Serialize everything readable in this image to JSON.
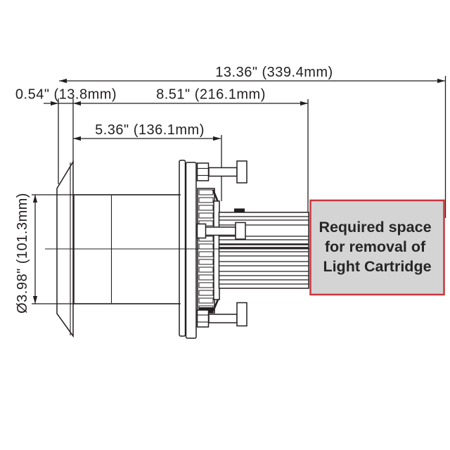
{
  "diagram": {
    "type": "technical-dimension-drawing",
    "dimensions": {
      "overall_length": "13.36\" (339.4mm)",
      "trim_ring_thickness": "0.54\" (13.8mm)",
      "housing_length": "8.51\" (216.1mm)",
      "rear_depth": "5.36\" (136.1mm)",
      "diameter": "Ø3.98\" (101.3mm)"
    },
    "note_box": {
      "lines": [
        "Required space",
        "for removal of",
        "Light Cartridge"
      ],
      "fill_color": "#d4d4d4",
      "border_color": "#c9363e",
      "text_color": "#262626"
    },
    "colors": {
      "line": "#231f20",
      "background": "#ffffff"
    }
  }
}
